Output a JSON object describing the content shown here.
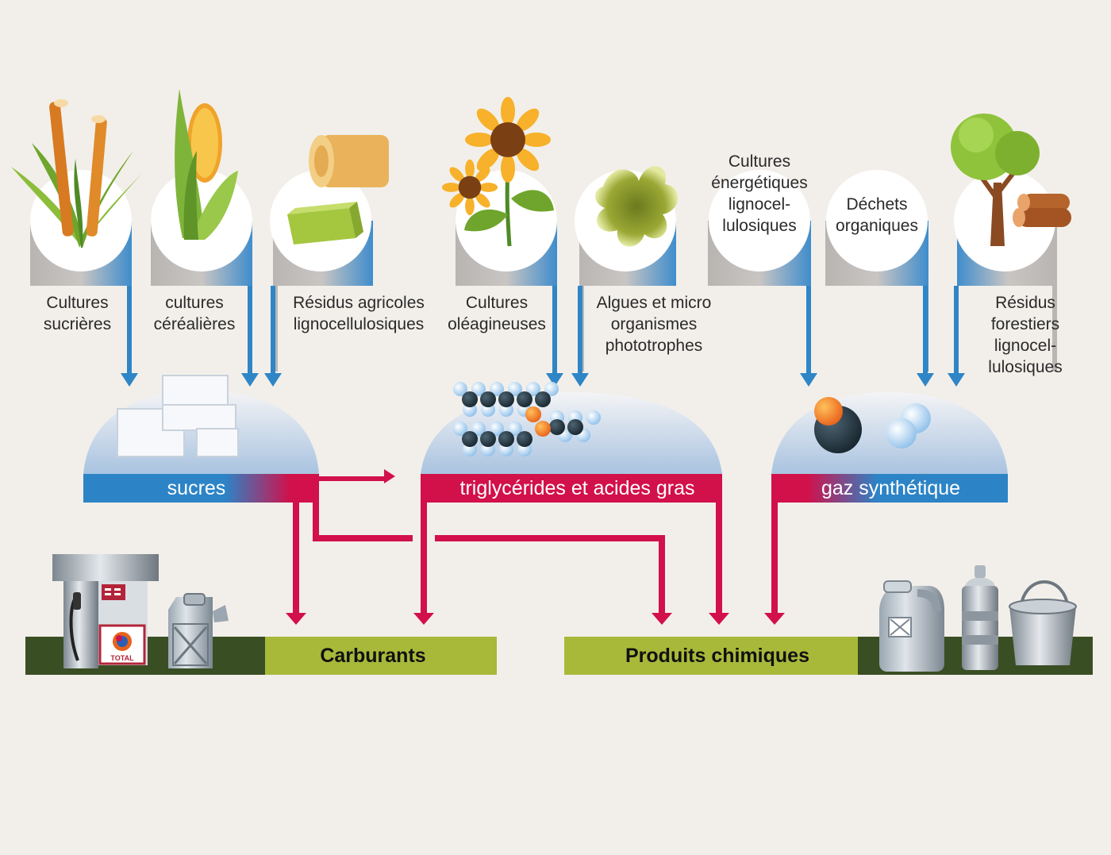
{
  "sources": [
    {
      "id": "sucrieres",
      "label": "Cultures\nsucrières",
      "icon": "sugarcane-icon"
    },
    {
      "id": "cerealieres",
      "label": "cultures\ncéréalières",
      "icon": "corn-icon"
    },
    {
      "id": "residus-agricoles",
      "label": "Résidus agricoles\nlignocellulosiques",
      "icon": "hay-bale-icon"
    },
    {
      "id": "oleagineuses",
      "label": "Cultures\noléagineuses",
      "icon": "sunflower-icon"
    },
    {
      "id": "algues",
      "label": "Algues et micro\norganismes\nphototrophes",
      "icon": "algae-icon"
    },
    {
      "id": "energetiques",
      "label": "Cultures\nénergétiques\nlignocel-\nlulosiques",
      "icon": ""
    },
    {
      "id": "dechets",
      "label": "Déchets\norganiques",
      "icon": ""
    },
    {
      "id": "residus-forestiers",
      "label": "Résidus\nforestiers\nlignocel-\nlulosiques",
      "icon": "tree-logs-icon"
    }
  ],
  "intermediates": [
    {
      "id": "sucres",
      "label": "sucres",
      "icon": "sugar-cubes-icon"
    },
    {
      "id": "triglycerides",
      "label": "triglycérides et acides gras",
      "icon": "fatty-acid-molecule-icon"
    },
    {
      "id": "gaz",
      "label": "gaz synthétique",
      "icon": "syngas-molecule-icon"
    }
  ],
  "outputs": [
    {
      "id": "carburants",
      "label": "Carburants",
      "icons": [
        "fuel-pump-icon",
        "jerrycan-icon"
      ]
    },
    {
      "id": "chimiques",
      "label": "Produits chimiques",
      "icons": [
        "plastic-canister-icon",
        "spray-can-icon",
        "paint-bucket-icon"
      ]
    }
  ],
  "pump_brand": "TOTAL",
  "colors": {
    "background": "#f2efea",
    "arrow_blue": "#2f86c6",
    "arrow_red": "#d2104a",
    "band_blue": "#2c84c7",
    "out_dark": "#3a4e23",
    "out_light": "#a8b93a",
    "tab_grey": "#b8b4b2"
  }
}
